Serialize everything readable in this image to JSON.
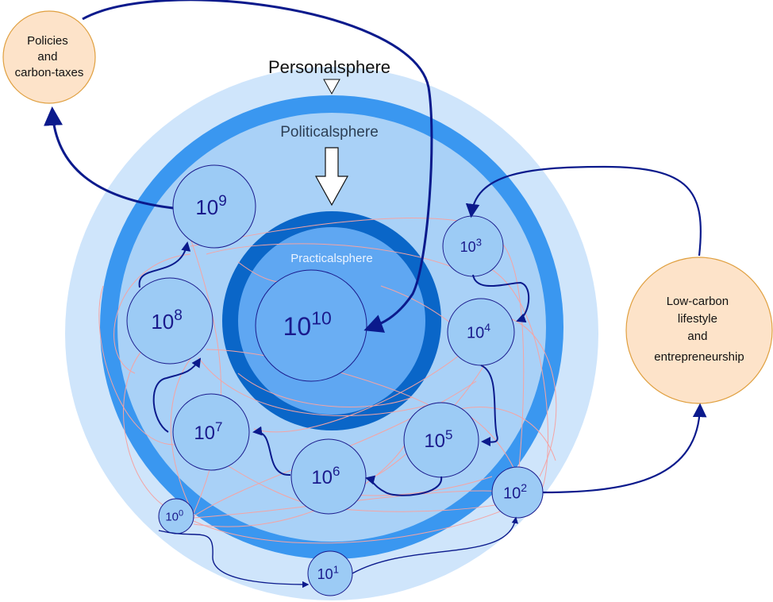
{
  "spheres": {
    "personal": "Personalsphere",
    "political": "Politicalsphere",
    "practical": "Practicalsphere"
  },
  "nodes": [
    {
      "id": "n0",
      "base": "10",
      "exp": "0"
    },
    {
      "id": "n1",
      "base": "10",
      "exp": "1"
    },
    {
      "id": "n2",
      "base": "10",
      "exp": "2"
    },
    {
      "id": "n3",
      "base": "10",
      "exp": "3"
    },
    {
      "id": "n4",
      "base": "10",
      "exp": "4"
    },
    {
      "id": "n5",
      "base": "10",
      "exp": "5"
    },
    {
      "id": "n6",
      "base": "10",
      "exp": "6"
    },
    {
      "id": "n7",
      "base": "10",
      "exp": "7"
    },
    {
      "id": "n8",
      "base": "10",
      "exp": "8"
    },
    {
      "id": "n9",
      "base": "10",
      "exp": "9"
    },
    {
      "id": "n10",
      "base": "10",
      "exp": "10"
    }
  ],
  "policies": {
    "lines": [
      "Policies",
      "and",
      "carbon-taxes"
    ]
  },
  "lowcarbon": {
    "lines": [
      "Low-carbon",
      "lifestyle",
      "and",
      "entrepreneurship"
    ]
  },
  "colors": {
    "personal_fill": "#cfe5fb",
    "political_ring": "#3a97f0",
    "political_inner": "#a9d1f7",
    "practical_ring": "#0a66c8",
    "practical_inner": "#5fa7f2",
    "node_fill": "#9ccbf5",
    "node_stroke": "#1a1a8c",
    "arrow": "#0b1a8c",
    "thin_link": "#f4a4a4",
    "side_fill": "#fde3c9",
    "side_stroke": "#e0a040"
  }
}
